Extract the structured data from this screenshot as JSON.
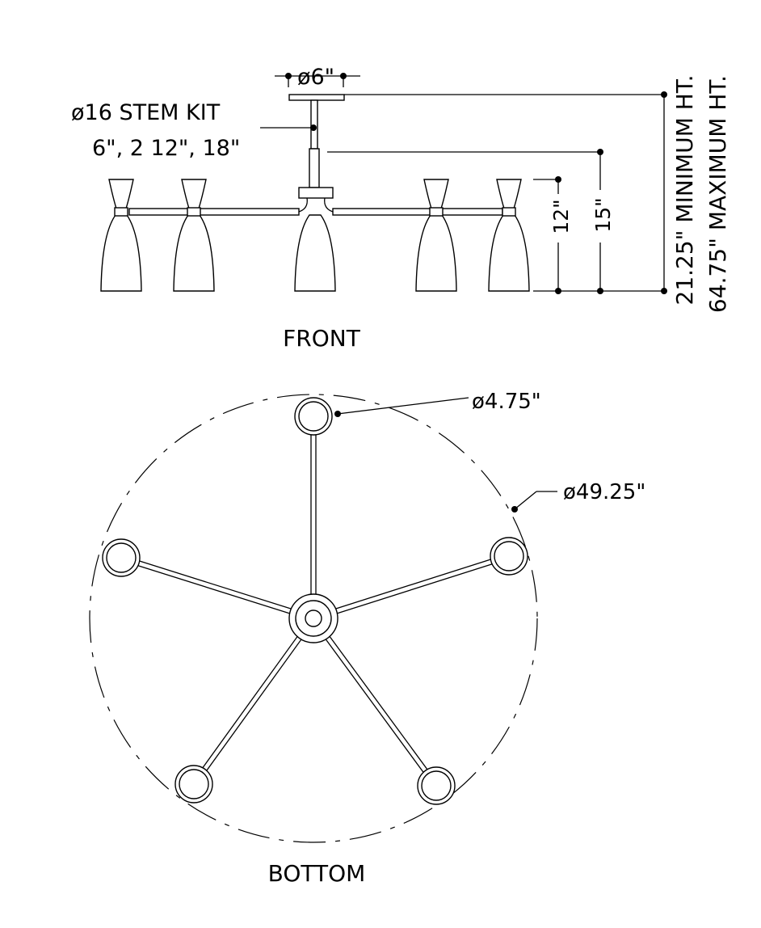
{
  "front": {
    "title": "FRONT",
    "canopy_dim": "ø6\"",
    "stem_kit_line1": "ø16 STEM KIT",
    "stem_kit_line2": "6\", 2 12\",  18\"",
    "dim_12": "12\"",
    "dim_15": "15\"",
    "min_height": "21.25\" MINIMUM HT.",
    "max_height": "64.75\" MAXIMUM HT."
  },
  "bottom": {
    "title": "BOTTOM",
    "shade_dim": "ø4.75\"",
    "overall_dim": "ø49.25\""
  },
  "colors": {
    "line": "#000000",
    "background": "#ffffff"
  }
}
